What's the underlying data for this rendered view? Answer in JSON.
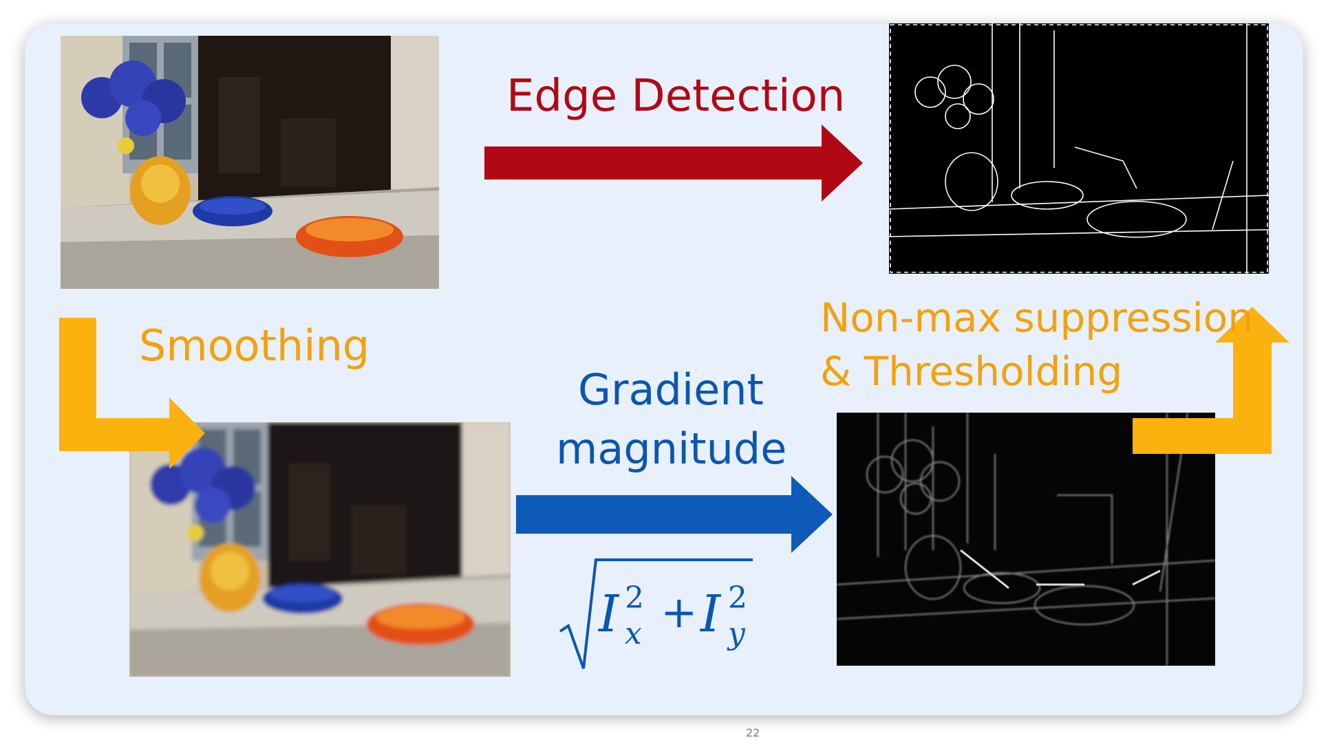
{
  "slide": {
    "title_edge": "Edge Detection",
    "title_smoothing": "Smoothing",
    "title_gradient_line1": "Gradient",
    "title_gradient_line2": "magnitude",
    "title_nms_line1": "Non-max suppression",
    "title_nms_line2": "& Thresholding",
    "page_number": "22"
  },
  "formula": {
    "var": "I",
    "sub_x": "x",
    "sub_y": "y",
    "power": "2",
    "plus": "+"
  },
  "colors": {
    "edge_arrow": "#b00914",
    "smoothing_arrow": "#fbb20f",
    "gradient_arrow": "#0d5ab8",
    "nms_arrow": "#fbb20f",
    "background": "#e8f0fc"
  },
  "icons": {
    "original_image": "photo-window-vases",
    "smoothed_image": "photo-window-vases-blurred",
    "gradient_image": "gradient-magnitude-map",
    "edge_image": "binary-edge-map"
  }
}
